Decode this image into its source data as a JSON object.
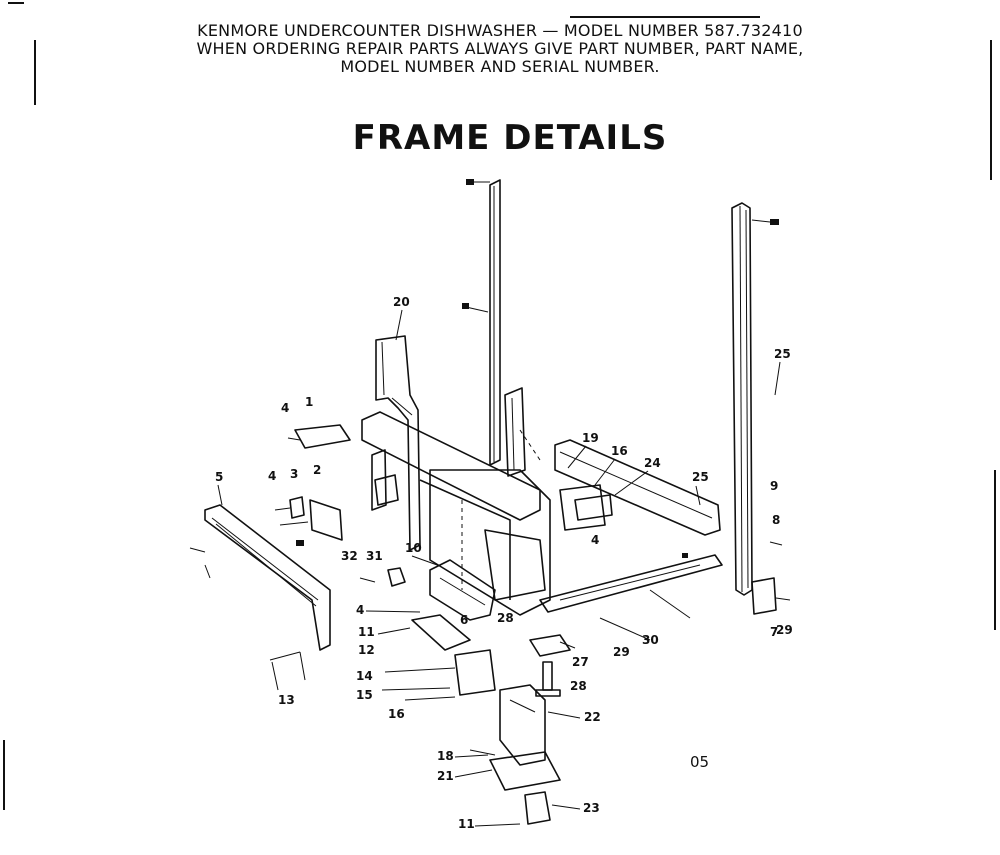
{
  "header": {
    "line1": "KENMORE UNDERCOUNTER DISHWASHER — MODEL NUMBER 587.732410",
    "line2": "WHEN ORDERING REPAIR PARTS ALWAYS GIVE PART NUMBER, PART NAME,",
    "line3": "MODEL NUMBER AND SERIAL NUMBER."
  },
  "title": "FRAME DETAILS",
  "diagram_code": "05",
  "callouts": [
    {
      "id": "c20",
      "text": "20"
    },
    {
      "id": "c25a",
      "text": "25"
    },
    {
      "id": "c4a",
      "text": "4"
    },
    {
      "id": "c1",
      "text": "1"
    },
    {
      "id": "c19",
      "text": "19"
    },
    {
      "id": "c16a",
      "text": "16"
    },
    {
      "id": "c24",
      "text": "24"
    },
    {
      "id": "c25b",
      "text": "25"
    },
    {
      "id": "c9",
      "text": "9"
    },
    {
      "id": "c5",
      "text": "5"
    },
    {
      "id": "c4b",
      "text": "4"
    },
    {
      "id": "c3",
      "text": "3"
    },
    {
      "id": "c2",
      "text": "2"
    },
    {
      "id": "c8",
      "text": "8"
    },
    {
      "id": "c4c",
      "text": "4"
    },
    {
      "id": "c32",
      "text": "32"
    },
    {
      "id": "c31",
      "text": "31"
    },
    {
      "id": "c10",
      "text": "10"
    },
    {
      "id": "c4d",
      "text": "4"
    },
    {
      "id": "c6",
      "text": "6"
    },
    {
      "id": "c28a",
      "text": "28"
    },
    {
      "id": "c7",
      "text": "7"
    },
    {
      "id": "c29a",
      "text": "29"
    },
    {
      "id": "c11a",
      "text": "11"
    },
    {
      "id": "c12",
      "text": "12"
    },
    {
      "id": "c30",
      "text": "30"
    },
    {
      "id": "c29b",
      "text": "29"
    },
    {
      "id": "c27",
      "text": "27"
    },
    {
      "id": "c14",
      "text": "14"
    },
    {
      "id": "c28b",
      "text": "28"
    },
    {
      "id": "c15",
      "text": "15"
    },
    {
      "id": "c13",
      "text": "13"
    },
    {
      "id": "c16b",
      "text": "16"
    },
    {
      "id": "c22",
      "text": "22"
    },
    {
      "id": "c18",
      "text": "18"
    },
    {
      "id": "c21",
      "text": "21"
    },
    {
      "id": "c23",
      "text": "23"
    },
    {
      "id": "c11b",
      "text": "11"
    }
  ]
}
